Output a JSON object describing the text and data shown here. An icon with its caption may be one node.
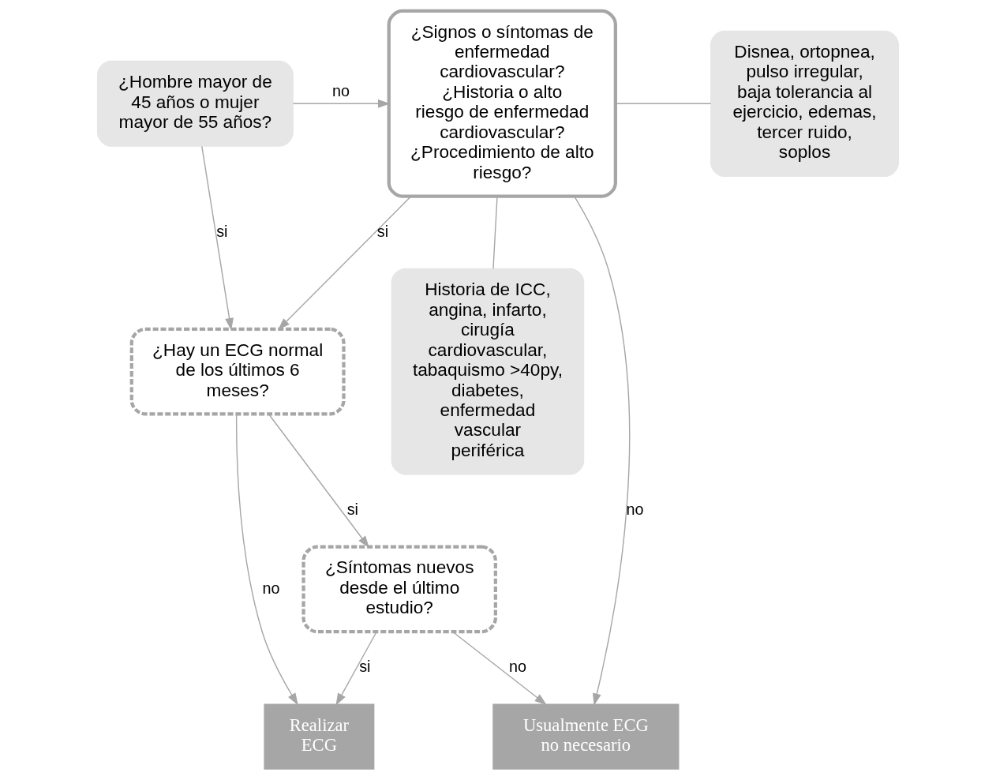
{
  "diagram": {
    "nodes": [
      {
        "text": [
          "¿Hombre mayor de 45 años o mujer mayor de 55 años?"
        ]
      },
      {
        "text": [
          "¿Signos o síntomas de enfermedad cardiovascular?",
          "¿Historia o alto riesgo de enfermedad cardiovascular?",
          "¿Procedimiento de alto riesgo?"
        ]
      },
      {
        "text": [
          "Disnea, ortopnea, pulso irregular, baja tolerancia al ejercicio, edemas, tercer ruido, soplos"
        ]
      },
      {
        "text": [
          "Historia de ICC, angina, infarto, cirugía cardiovascular, tabaquismo >40py, diabetes, enfermedad vascular periférica"
        ]
      },
      {
        "text": [
          "¿Hay un ECG normal de los últimos 6 meses?"
        ]
      },
      {
        "text": [
          "Realizar ECG"
        ]
      },
      {
        "text": [
          "¿Síntomas nuevos desde el último estudio?"
        ]
      },
      {
        "text": [
          "Usualmente ECG no necesario"
        ]
      }
    ],
    "edges": [
      {
        "from": 0,
        "to": 1,
        "arrow": "to",
        "label": "no"
      },
      {
        "from": 0,
        "to": 4,
        "arrow": "to",
        "label": "si"
      },
      {
        "from": 1,
        "to": 4,
        "arrow": "to",
        "label": "si"
      },
      {
        "from": 1,
        "to": 2,
        "arrow": "none"
      },
      {
        "from": 1,
        "to": 3,
        "arrow": "none"
      },
      {
        "from": 1,
        "to": 7,
        "arrow": "to",
        "label": "no"
      },
      {
        "from": 4,
        "to": 5,
        "arrow": "to",
        "label": "no"
      },
      {
        "from": 4,
        "to": 6,
        "arrow": "to",
        "label": "si"
      },
      {
        "from": 6,
        "to": 5,
        "arrow": "to",
        "label": "si"
      },
      {
        "from": 6,
        "to": 7,
        "arrow": "to",
        "label": "no"
      }
    ]
  }
}
